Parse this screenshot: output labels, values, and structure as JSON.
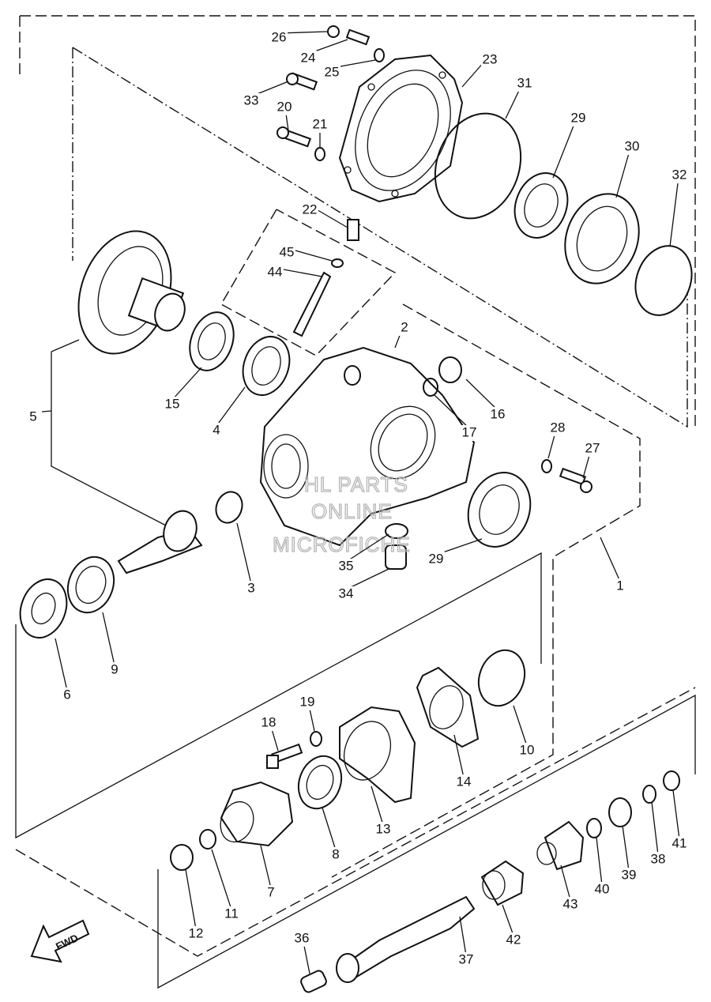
{
  "watermark": {
    "line1": "HL PARTS",
    "line2": "ONLINE",
    "line3": "MICROFICHE"
  },
  "fwd_label": "FWD",
  "callouts": [
    {
      "number": "1"
    },
    {
      "number": "2"
    },
    {
      "number": "3"
    },
    {
      "number": "4"
    },
    {
      "number": "5"
    },
    {
      "number": "6"
    },
    {
      "number": "7"
    },
    {
      "number": "8"
    },
    {
      "number": "9"
    },
    {
      "number": "10"
    },
    {
      "number": "11"
    },
    {
      "number": "12"
    },
    {
      "number": "13"
    },
    {
      "number": "14"
    },
    {
      "number": "15"
    },
    {
      "number": "16"
    },
    {
      "number": "17"
    },
    {
      "number": "18"
    },
    {
      "number": "19"
    },
    {
      "number": "20"
    },
    {
      "number": "21"
    },
    {
      "number": "22"
    },
    {
      "number": "23"
    },
    {
      "number": "24"
    },
    {
      "number": "25"
    },
    {
      "number": "26"
    },
    {
      "number": "27"
    },
    {
      "number": "28"
    },
    {
      "number": "29"
    },
    {
      "number": "29"
    },
    {
      "number": "30"
    },
    {
      "number": "31"
    },
    {
      "number": "32"
    },
    {
      "number": "33"
    },
    {
      "number": "34"
    },
    {
      "number": "35"
    },
    {
      "number": "36"
    },
    {
      "number": "37"
    },
    {
      "number": "38"
    },
    {
      "number": "39"
    },
    {
      "number": "40"
    },
    {
      "number": "41"
    },
    {
      "number": "42"
    },
    {
      "number": "43"
    },
    {
      "number": "44"
    },
    {
      "number": "45"
    }
  ]
}
